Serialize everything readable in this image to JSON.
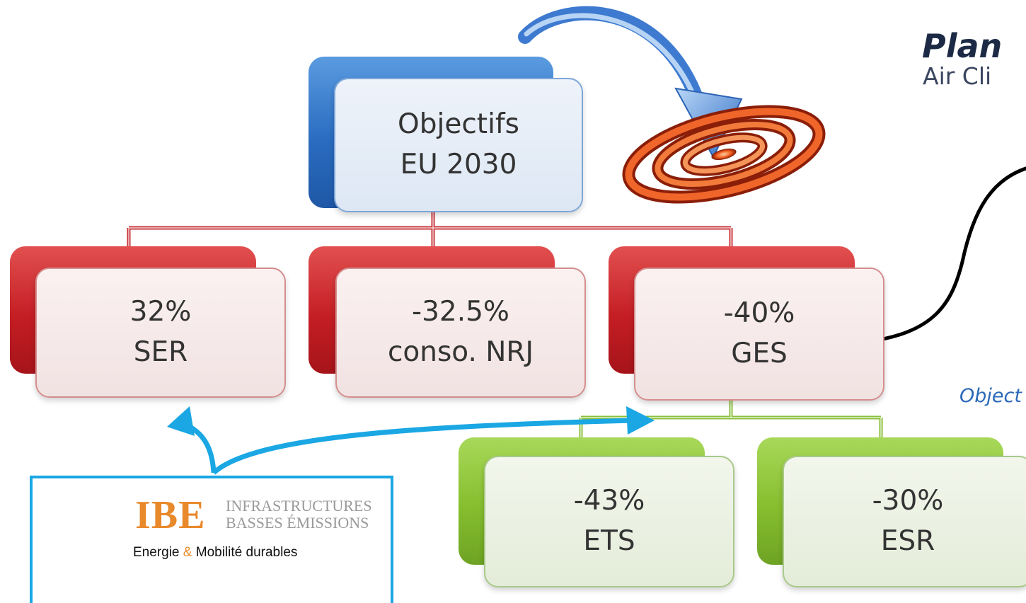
{
  "top": {
    "line1": "Objectifs",
    "line2": "EU 2030"
  },
  "targets": [
    {
      "value": "32%",
      "label": "SER"
    },
    {
      "value": "-32.5%",
      "label": "conso. NRJ"
    },
    {
      "value": "-40%",
      "label": "GES"
    }
  ],
  "sub_targets": [
    {
      "value": "-43%",
      "label": "ETS"
    },
    {
      "value": "-30%",
      "label": "ESR"
    }
  ],
  "right_panel": {
    "title": "Plan",
    "subtitle": "Air Cli",
    "objective_label": "Object"
  },
  "logo": {
    "acronym": "IBE",
    "line1": "INFRASTRUCTURES",
    "line2": "BASSES ÉMISSIONS",
    "tagline_part1": "Energie ",
    "tagline_amp": "&",
    "tagline_part2": " Mobilité durables"
  },
  "colors": {
    "top_node": "#2a6cc0",
    "target_nodes": "#c41e24",
    "sub_nodes": "#86be2e",
    "logo_accent": "#e8892b",
    "callout_arrows": "#1aa7e3"
  }
}
